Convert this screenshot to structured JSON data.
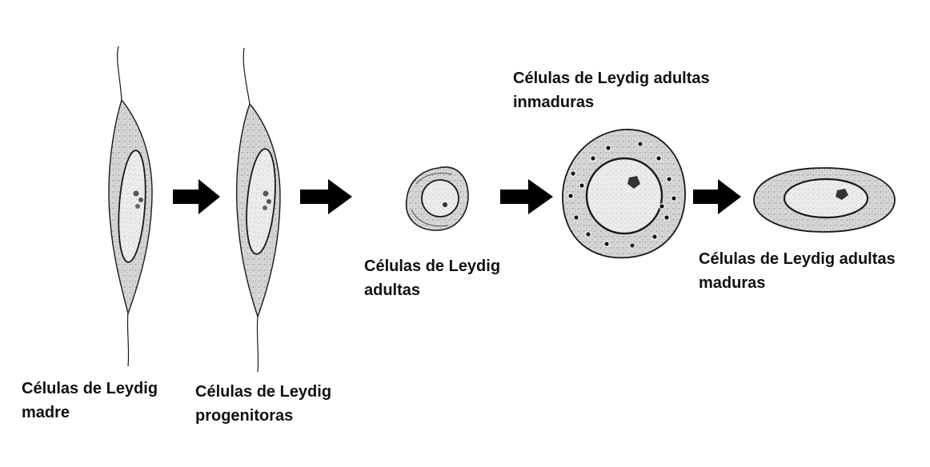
{
  "stages": [
    {
      "id": "madre",
      "lines": [
        "Células de Leydig",
        "madre"
      ]
    },
    {
      "id": "progenitoras",
      "lines": [
        "Células de Leydig",
        "progenitoras"
      ]
    },
    {
      "id": "adultas",
      "lines": [
        "Células de Leydig",
        "adultas"
      ]
    },
    {
      "id": "inmaduras",
      "lines": [
        "Células de Leydig adultas",
        "inmaduras"
      ]
    },
    {
      "id": "maduras",
      "lines": [
        "Células de Leydig adultas",
        "maduras"
      ]
    }
  ],
  "colors": {
    "background": "#ffffff",
    "outline": "#1a1a1a",
    "cytoplasm": "#d9d9d9",
    "nucleus": "#eeeeee",
    "arrow": "#000000",
    "text": "#111111"
  }
}
